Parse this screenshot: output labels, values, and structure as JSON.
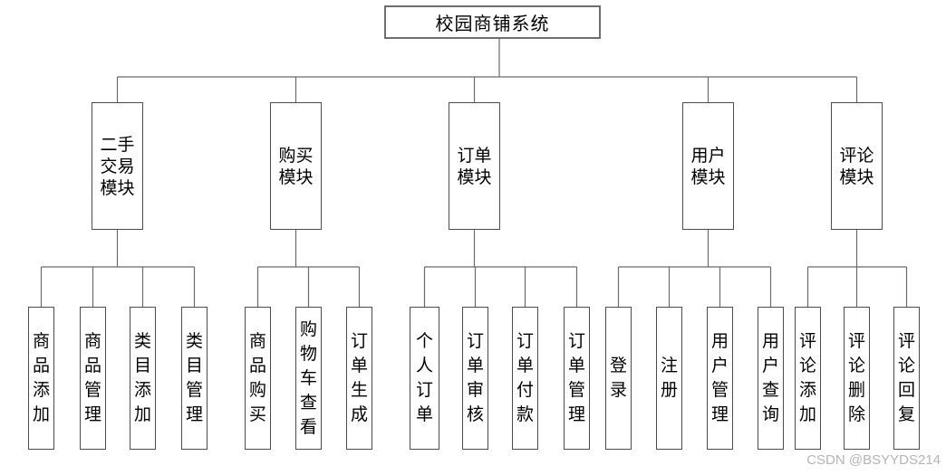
{
  "root": {
    "label": "校园商铺系统"
  },
  "modules": [
    {
      "label": "二手交易模块",
      "children": [
        "商品添加",
        "商品管理",
        "类目添加",
        "类目管理"
      ]
    },
    {
      "label": "购买模块",
      "children": [
        "商品购买",
        "购物车查看",
        "订单生成"
      ]
    },
    {
      "label": "订单模块",
      "children": [
        "个人订单",
        "订单审核",
        "订单付款",
        "订单管理"
      ]
    },
    {
      "label": "用户模块",
      "children": [
        "登录",
        "注册",
        "用户管理",
        "用户查询"
      ]
    },
    {
      "label": "评论模块",
      "children": [
        "评论添加",
        "评论删除",
        "评论回复"
      ]
    }
  ],
  "watermark": "CSDN @BSYYDS214",
  "colors": {
    "line": "#6b6b6b",
    "box_border": "#4d4d4d",
    "root_border": "#6e6e6e",
    "text": "#000000",
    "watermark": "#b5b5b5",
    "background": "#ffffff"
  }
}
